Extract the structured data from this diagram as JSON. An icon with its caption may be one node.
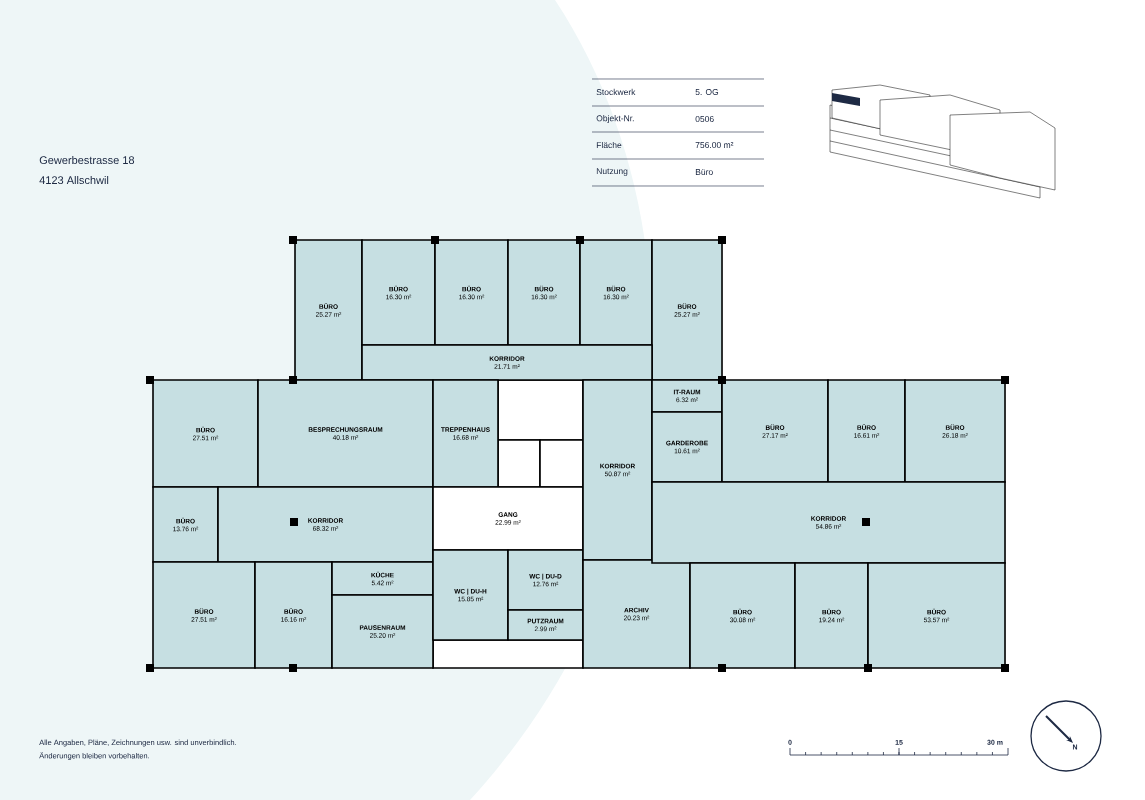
{
  "diagram": {
    "nodes": [
      {
        "text": [
          "BÜRO",
          "25.27 m²"
        ]
      },
      {
        "text": [
          "BÜRO",
          "16.30 m²"
        ]
      },
      {
        "text": [
          "BÜRO",
          "16.30 m²"
        ]
      },
      {
        "text": [
          "BÜRO",
          "16.30 m²"
        ]
      },
      {
        "text": [
          "BÜRO",
          "16.30 m²"
        ]
      },
      {
        "text": [
          "BÜRO",
          "25.27 m²"
        ]
      },
      {
        "text": [
          "KORRIDOR",
          "21.71 m²"
        ]
      },
      {
        "text": [
          "BÜRO",
          "27.51 m²"
        ]
      },
      {
        "text": [
          "BESPRECHUNGSRAUM",
          "40.18 m²"
        ]
      },
      {
        "text": [
          "BÜRO",
          "13.76 m²"
        ]
      },
      {
        "text": [
          "KORRIDOR",
          "68.32 m²"
        ]
      },
      {
        "text": [
          "BÜRO",
          "27.51 m²"
        ]
      },
      {
        "text": [
          "BÜRO",
          "16.16 m²"
        ]
      },
      {
        "text": [
          "KÜCHE",
          "5.42 m²"
        ]
      },
      {
        "text": [
          "PAUSENRAUM",
          "25.20 m²"
        ]
      },
      {
        "text": [
          "TREPPENHAUS",
          "16.68 m²"
        ]
      },
      {
        "text": [
          "GANG",
          "22.99 m²"
        ]
      },
      {
        "text": [
          "WC | DU-H",
          "15.85 m²"
        ]
      },
      {
        "text": [
          "WC | DU-D",
          "12.76 m²"
        ]
      },
      {
        "text": [
          "PUTZRAUM",
          "2.99 m²"
        ]
      },
      {
        "text": [
          "KORRIDOR",
          "50.87 m²"
        ]
      },
      {
        "text": [
          "IT-RAUM",
          "6.32 m²"
        ]
      },
      {
        "text": [
          "GARDEROBE",
          "10.61 m²"
        ]
      },
      {
        "text": [
          "ARCHIV",
          "20.23 m²"
        ]
      },
      {
        "text": [
          "BÜRO",
          "27.17 m²"
        ]
      },
      {
        "text": [
          "BÜRO",
          "16.61 m²"
        ]
      },
      {
        "text": [
          "BÜRO",
          "26.18 m²"
        ]
      },
      {
        "text": [
          "KORRIDOR",
          "54.86 m²"
        ]
      },
      {
        "text": [
          "BÜRO",
          "30.08 m²"
        ]
      },
      {
        "text": [
          "BÜRO",
          "19.24 m²"
        ]
      },
      {
        "text": [
          "BÜRO",
          "53.57 m²"
        ]
      }
    ],
    "labels": [
      "Gewerbestrasse 18",
      "4123 Allschwil",
      "Stockwerk",
      "5. OG",
      "Objekt-Nr.",
      "0506",
      "Fläche",
      "756.00 m²",
      "Nutzung",
      "Büro",
      "Alle Angaben, Pläne, Zeichnungen usw. sind unverbindlich.",
      "Änderungen bleiben vorbehalten.",
      "0",
      "15",
      "30 m",
      "N"
    ]
  }
}
